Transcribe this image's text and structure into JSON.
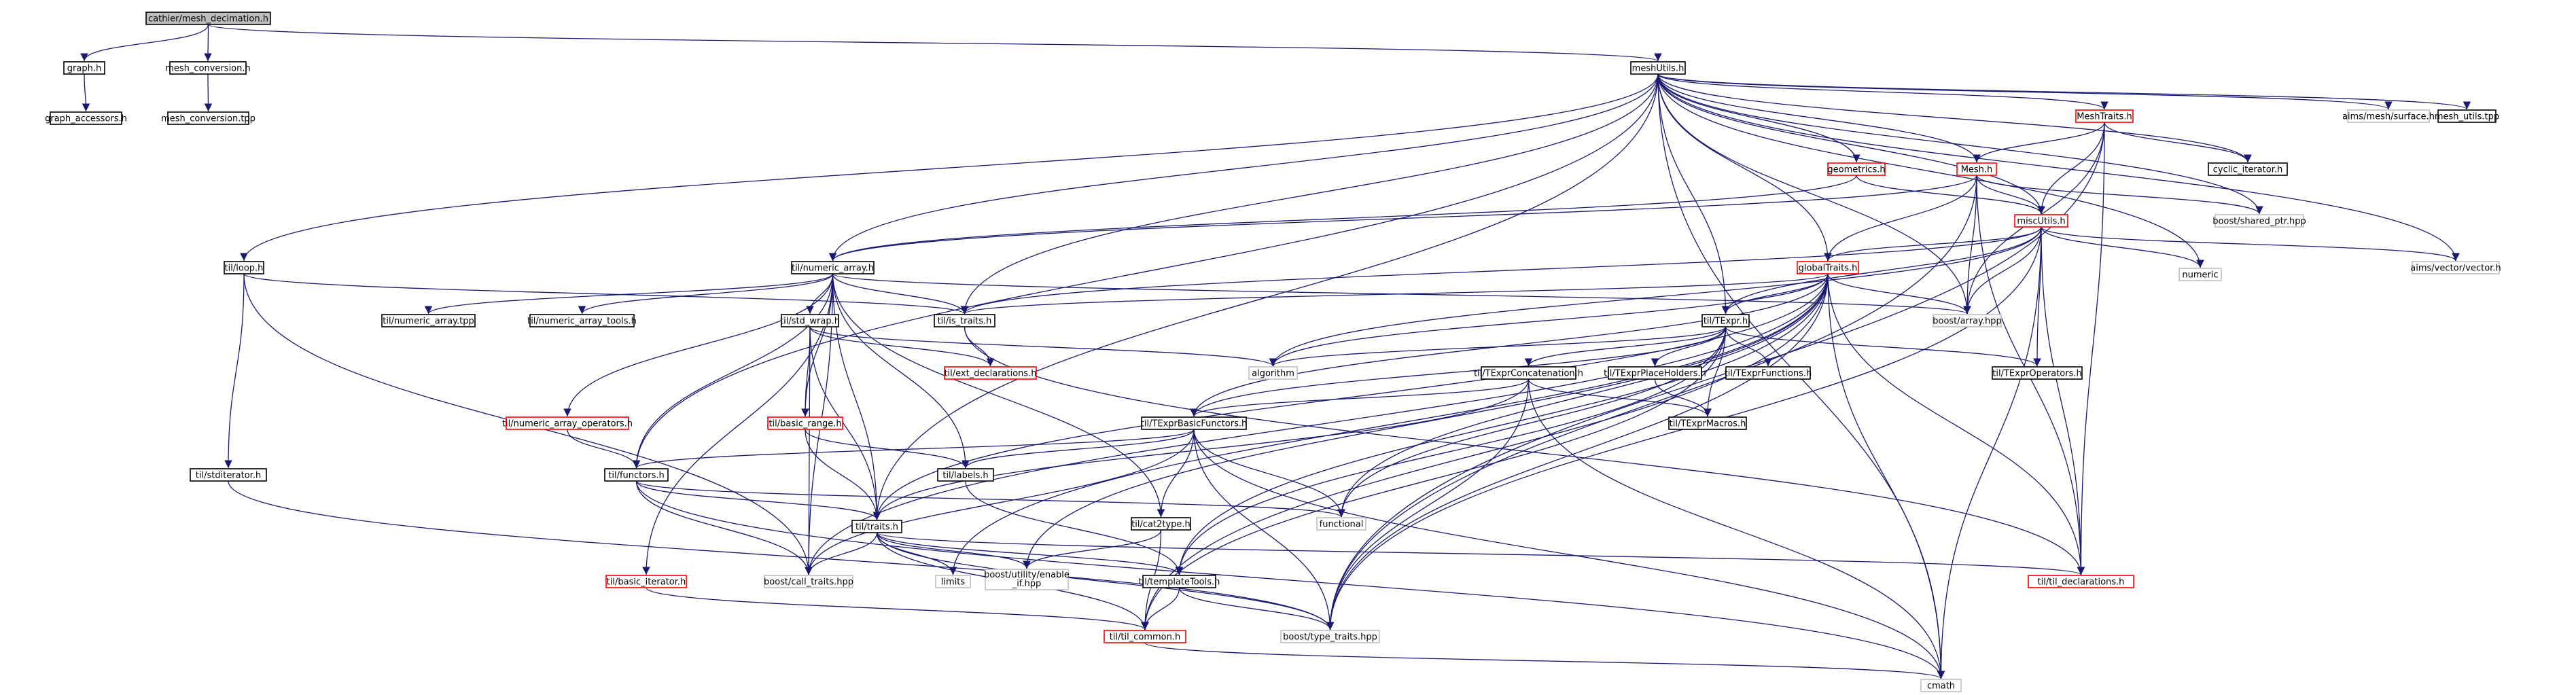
{
  "graph": {
    "colors": {
      "edge": "#191970",
      "node_border_black": "#000000",
      "node_border_gray": "#bfbfbf",
      "node_border_red": "#ff0000",
      "root_fill": "#bfbfbf",
      "node_fill": "#ffffff"
    },
    "nodes": [
      {
        "id": "root",
        "label": "cathier/mesh_decimation.h",
        "style": "root"
      },
      {
        "id": "graph_h",
        "label": "graph.h",
        "style": "black"
      },
      {
        "id": "graph_acc",
        "label": "graph_accessors.h",
        "style": "black"
      },
      {
        "id": "mesh_conv",
        "label": "mesh_conversion.h",
        "style": "black"
      },
      {
        "id": "mesh_conv_tpp",
        "label": "mesh_conversion.tpp",
        "style": "black"
      },
      {
        "id": "meshutils",
        "label": "meshUtils.h",
        "style": "black"
      },
      {
        "id": "meshtraits",
        "label": "MeshTraits.h",
        "style": "red"
      },
      {
        "id": "aims_surface",
        "label": "aims/mesh/surface.h",
        "style": "gray"
      },
      {
        "id": "mesh_utils_tpp",
        "label": "mesh_utils.tpp",
        "style": "black"
      },
      {
        "id": "geometrics",
        "label": "geometrics.h",
        "style": "red"
      },
      {
        "id": "mesh_h",
        "label": "Mesh.h",
        "style": "red"
      },
      {
        "id": "cyclic_iter",
        "label": "cyclic_iterator.h",
        "style": "black"
      },
      {
        "id": "shared_ptr",
        "label": "boost/shared_ptr.hpp",
        "style": "gray"
      },
      {
        "id": "miscutils",
        "label": "miscUtils.h",
        "style": "red"
      },
      {
        "id": "numeric",
        "label": "numeric",
        "style": "gray"
      },
      {
        "id": "aims_vector",
        "label": "aims/vector/vector.h",
        "style": "gray"
      },
      {
        "id": "til_loop",
        "label": "til/loop.h",
        "style": "black"
      },
      {
        "id": "numeric_array",
        "label": "til/numeric_array.h",
        "style": "black"
      },
      {
        "id": "globaltraits",
        "label": "globalTraits.h",
        "style": "red"
      },
      {
        "id": "na_tpp",
        "label": "til/numeric_array.tpp",
        "style": "black"
      },
      {
        "id": "na_tools",
        "label": "til/numeric_array_tools.h",
        "style": "black"
      },
      {
        "id": "is_traits",
        "label": "til/is_traits.h",
        "style": "black"
      },
      {
        "id": "boost_array",
        "label": "boost/array.hpp",
        "style": "gray"
      },
      {
        "id": "std_wrap",
        "label": "til/std_wrap.h",
        "style": "black"
      },
      {
        "id": "texpr",
        "label": "til/TExpr.h",
        "style": "black"
      },
      {
        "id": "algorithm",
        "label": "algorithm",
        "style": "gray"
      },
      {
        "id": "ext_decl",
        "label": "til/ext_declarations.h",
        "style": "red"
      },
      {
        "id": "texpr_concat",
        "label": "til/TExprConcatenation.h",
        "style": "black"
      },
      {
        "id": "texpr_ph",
        "label": "til/TExprPlaceHolders.h",
        "style": "black"
      },
      {
        "id": "texpr_fn",
        "label": "til/TExprFunctions.h",
        "style": "black"
      },
      {
        "id": "texpr_ops",
        "label": "til/TExprOperators.h",
        "style": "black"
      },
      {
        "id": "na_ops",
        "label": "til/numeric_array_operators.h",
        "style": "red"
      },
      {
        "id": "basic_range",
        "label": "til/basic_range.h",
        "style": "red"
      },
      {
        "id": "texpr_bf",
        "label": "til/TExprBasicFunctors.h",
        "style": "black"
      },
      {
        "id": "texpr_macros",
        "label": "til/TExprMacros.h",
        "style": "black"
      },
      {
        "id": "std_iter",
        "label": "til/stditerator.h",
        "style": "black"
      },
      {
        "id": "functors",
        "label": "til/functors.h",
        "style": "black"
      },
      {
        "id": "labels",
        "label": "til/labels.h",
        "style": "black"
      },
      {
        "id": "functional",
        "label": "functional",
        "style": "gray"
      },
      {
        "id": "traits",
        "label": "til/traits.h",
        "style": "black"
      },
      {
        "id": "cat2type",
        "label": "til/cat2type.h",
        "style": "black"
      },
      {
        "id": "til_decl",
        "label": "til/til_declarations.h",
        "style": "red"
      },
      {
        "id": "basic_iter",
        "label": "til/basic_iterator.h",
        "style": "red"
      },
      {
        "id": "call_traits",
        "label": "boost/call_traits.hpp",
        "style": "gray"
      },
      {
        "id": "limits",
        "label": "limits",
        "style": "gray"
      },
      {
        "id": "enable_if",
        "label": "boost/utility/enable_if.hpp",
        "style": "gray"
      },
      {
        "id": "template_tools",
        "label": "til/templateTools.h",
        "style": "black"
      },
      {
        "id": "type_traits",
        "label": "boost/type_traits.hpp",
        "style": "gray"
      },
      {
        "id": "til_common",
        "label": "til/til_common.h",
        "style": "red"
      },
      {
        "id": "cmath",
        "label": "cmath",
        "style": "gray"
      }
    ]
  }
}
